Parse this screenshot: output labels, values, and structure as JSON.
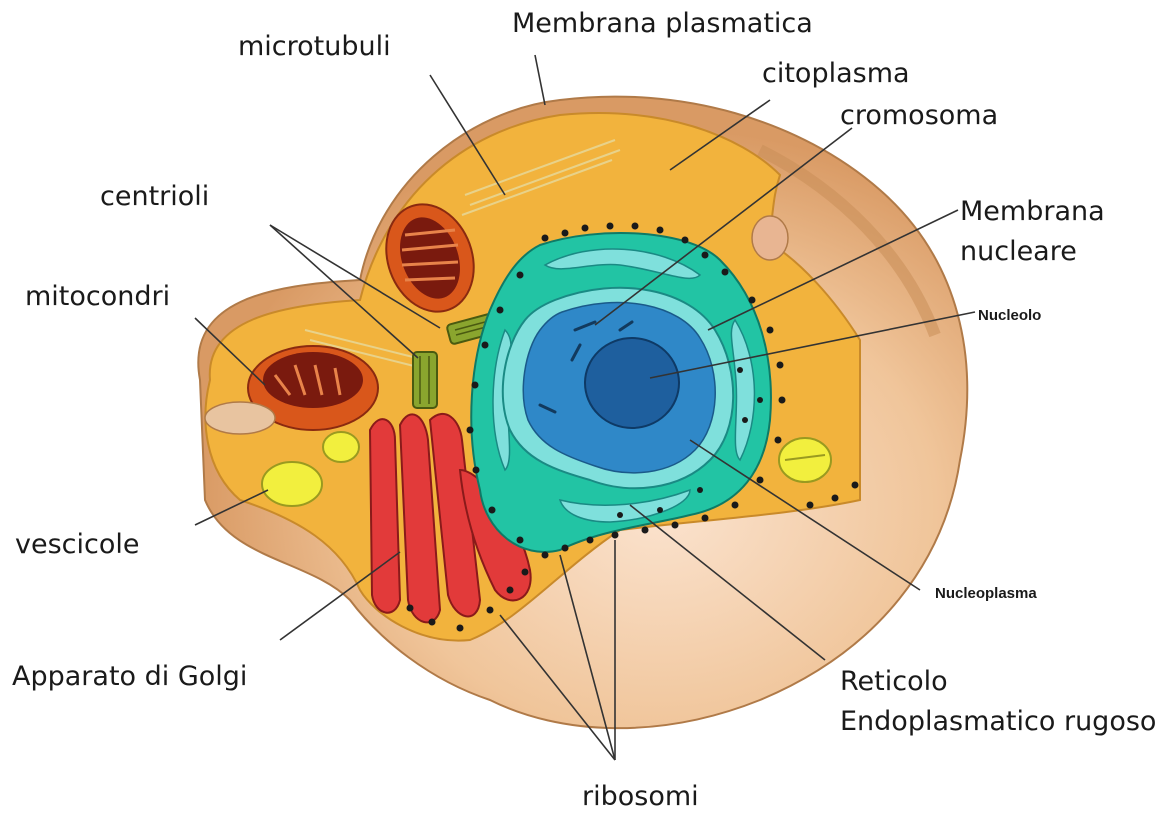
{
  "labels": {
    "microtubuli": "microtubuli",
    "membrana_plasmatica": "Membrana plasmatica",
    "citoplasma": "citoplasma",
    "cromosoma": "cromosoma",
    "centrioli": "centrioli",
    "membrana_nucleare_1": "Membrana",
    "membrana_nucleare_2": "nucleare",
    "mitocondri": "mitocondri",
    "nucleolo": "Nucleolo",
    "vescicole": "vescicole",
    "nucleoplasma": "Nucleoplasma",
    "apparato_golgi": "Apparato di Golgi",
    "reticolo_1": "Reticolo",
    "reticolo_2": "Endoplasmatico rugoso",
    "ribosomi": "ribosomi"
  },
  "colors": {
    "cell_outer": "#e9b27a",
    "cytoplasm": "#f2b33d",
    "mitochondrion": "#d9571b",
    "golgi": "#e23a3a",
    "er": "#22c4a4",
    "nuclear_envelope": "#7fe0dc",
    "nucleoplasm": "#2f88c8",
    "nucleolus": "#1e5f9e",
    "vesicle": "#f2ef3e",
    "centriole": "#7e9a2a"
  }
}
